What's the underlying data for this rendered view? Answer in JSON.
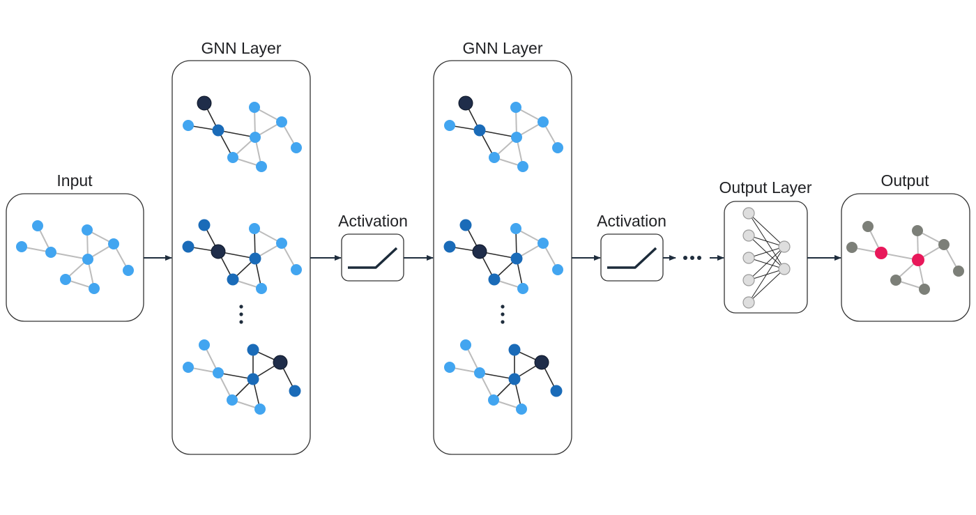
{
  "labels": {
    "input": "Input",
    "gnn_layer_1": "GNN Layer",
    "gnn_layer_2": "GNN Layer",
    "activation_1": "Activation",
    "activation_2": "Activation",
    "output_layer": "Output Layer",
    "output": "Output"
  },
  "colors": {
    "node_light": "#42a5f0",
    "node_mid": "#1a6bb8",
    "node_dark": "#1f2d4a",
    "edge_light": "#bcbcbc",
    "edge_dark": "#2b2b2b",
    "output_node": "#7c7f78",
    "output_highlight": "#e8185a",
    "mlp_node_fill": "#dedede",
    "mlp_node_stroke": "#9a9a9a",
    "box_stroke": "#333333",
    "arrow": "#1f2d3d"
  }
}
